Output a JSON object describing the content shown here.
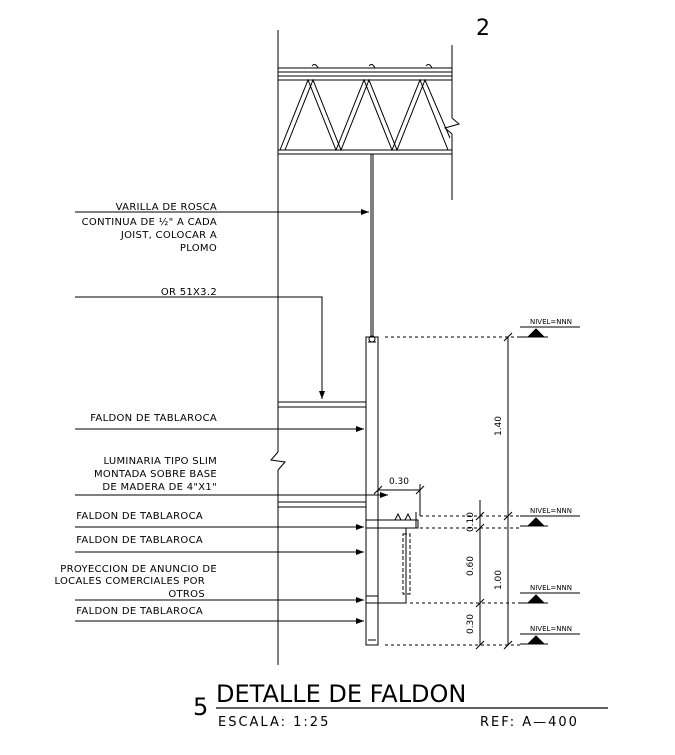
{
  "sheet": {
    "grid_label": "2",
    "title_number": "5",
    "title": "DETALLE DE FALDON",
    "scale": "ESCALA:  1:25",
    "reference": "REF:  A—400"
  },
  "annotations": {
    "rod_line1": "VARILLA DE ROSCA",
    "rod_line2": "CONTINUA DE ½\" A CADA",
    "rod_line3": "JOIST, COLOCAR A",
    "rod_line4": "PLOMO",
    "or_profile": "OR 51X3.2",
    "faldon_1": "FALDON DE TABLAROCA",
    "lum_line1": "LUMINARIA TIPO SLIM",
    "lum_line2": "MONTADA SOBRE BASE",
    "lum_line3": "DE MADERA DE 4\"X1\"",
    "faldon_2": "FALDON DE TABLAROCA",
    "faldon_3": "FALDON DE TABLAROCA",
    "proj_line1": "PROYECCION DE ANUNCIO DE",
    "proj_line2": "LOCALES COMERCIALES POR",
    "proj_line3": "OTROS",
    "faldon_4": "FALDON DE TABLAROCA"
  },
  "dimensions": {
    "d140": "1.40",
    "d030_top": "0.30",
    "d010": "0.10",
    "d060": "0.60",
    "d100": "1.00",
    "d030_bottom": "0.30"
  },
  "levels": {
    "n1": "NIVEL=NNN",
    "n2": "NIVEL=NNN",
    "n3": "NIVEL=NNN",
    "n4": "NIVEL=NNN"
  }
}
